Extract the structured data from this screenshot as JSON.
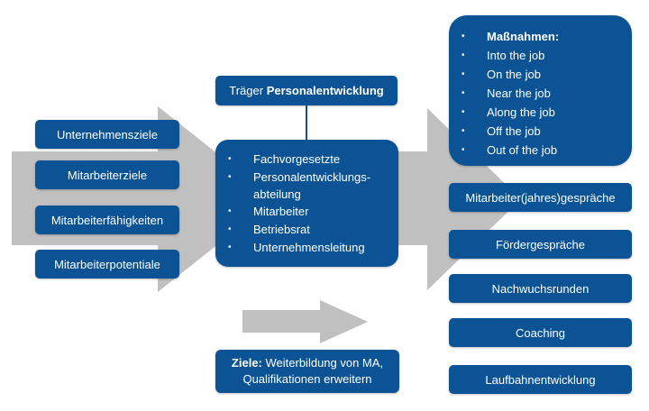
{
  "colors": {
    "box": "#0b5394",
    "arrow": "#c0c0c0",
    "text": "#ffffff"
  },
  "inputs": {
    "items": [
      {
        "label": "Unternehmensziele"
      },
      {
        "label": "Mitarbeiterziele"
      },
      {
        "label": "Mitarbeiterfähigkeiten"
      },
      {
        "label": "Mitarbeiterpotentiale"
      }
    ]
  },
  "traeger": {
    "title_prefix": "Träger ",
    "title_bold": "Personalentwicklung",
    "items": [
      {
        "label": "Fachvorgesetzte"
      },
      {
        "label": "Personalentwicklungs-abteilung"
      },
      {
        "label": "Mitarbeiter"
      },
      {
        "label": "Betriebsrat"
      },
      {
        "label": "Unternehmensleitung"
      }
    ]
  },
  "ziele": {
    "label_bold": "Ziele:",
    "text": " Weiterbildung von MA, Qualifikationen erweitern"
  },
  "massnahmen": {
    "heading": "Maßnahmen:",
    "items": [
      {
        "label": "Into the job"
      },
      {
        "label": "On the job"
      },
      {
        "label": "Near the job"
      },
      {
        "label": "Along the job"
      },
      {
        "label": "Off the job"
      },
      {
        "label": "Out of the job"
      }
    ]
  },
  "instrumente": {
    "items": [
      {
        "label": "Mitarbeiter(jahres)gespräche"
      },
      {
        "label": "Fördergespräche"
      },
      {
        "label": "Nachwuchsrunden"
      },
      {
        "label": "Coaching"
      },
      {
        "label": "Laufbahnentwicklung"
      }
    ]
  }
}
